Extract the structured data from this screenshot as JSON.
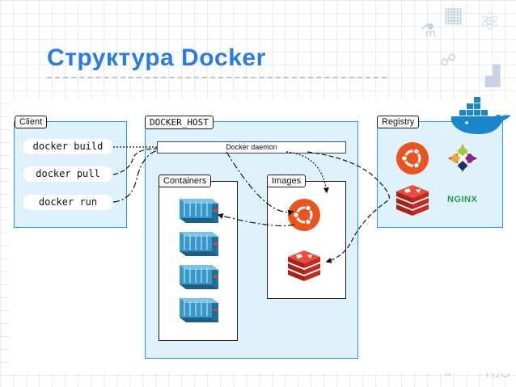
{
  "title": "Структура Docker",
  "client": {
    "title": "Client",
    "commands": [
      "docker build",
      "docker pull",
      "docker run"
    ]
  },
  "host": {
    "title": "DOCKER_HOST",
    "daemon": "Docker daemon",
    "containers_title": "Containers",
    "images_title": "Images"
  },
  "registry": {
    "title": "Registry",
    "nginx_label": "NGINX"
  },
  "decor": {
    "chem_label": "H₂O"
  },
  "colors": {
    "title_blue": "#2b7ce0",
    "box_border": "#2a97d2",
    "box_fill": "#dff1fb",
    "ubuntu": "#e95420",
    "redis": "#d82c20",
    "container": "#3a98c8",
    "nginx": "#1fa04a"
  }
}
